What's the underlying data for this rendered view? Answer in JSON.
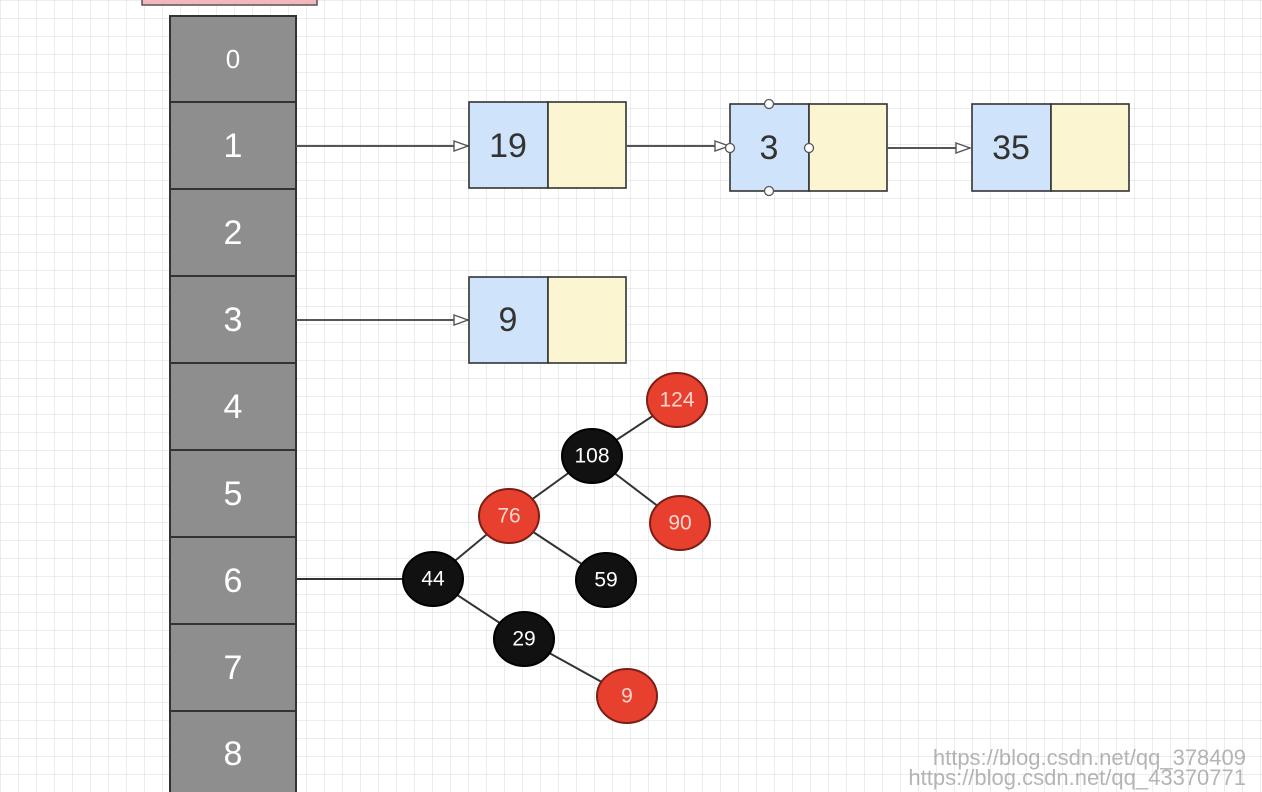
{
  "slots": [
    "0",
    "1",
    "2",
    "3",
    "4",
    "5",
    "6",
    "7",
    "8"
  ],
  "linked_lists": [
    {
      "from_slot": "1",
      "nodes": [
        "19",
        "3",
        "35"
      ]
    },
    {
      "from_slot": "3",
      "nodes": [
        "9"
      ]
    }
  ],
  "tree": {
    "from_slot": "6",
    "nodes": [
      {
        "id": "n124",
        "key": "124",
        "color": "red"
      },
      {
        "id": "n108",
        "key": "108",
        "color": "black"
      },
      {
        "id": "n76",
        "key": "76",
        "color": "red"
      },
      {
        "id": "n90",
        "key": "90",
        "color": "red"
      },
      {
        "id": "n44",
        "key": "44",
        "color": "black"
      },
      {
        "id": "n59",
        "key": "59",
        "color": "black"
      },
      {
        "id": "n29",
        "key": "29",
        "color": "black"
      },
      {
        "id": "n9",
        "key": "9",
        "color": "red"
      }
    ],
    "edges": [
      [
        "n108",
        "n124"
      ],
      [
        "n108",
        "n76"
      ],
      [
        "n108",
        "n90"
      ],
      [
        "n76",
        "n44"
      ],
      [
        "n76",
        "n59"
      ],
      [
        "n44",
        "n29"
      ],
      [
        "n29",
        "n9"
      ]
    ]
  },
  "colors": {
    "slot_fill": "#8e8e8e",
    "key_cell": "#cfe3fa",
    "next_cell": "#fcf5d2",
    "red_node": "#e8402e",
    "black_node": "#111111"
  },
  "watermark": {
    "line1": "https://blog.csdn.net/qq_378409",
    "line2": "https://blog.csdn.net/qq_43370771"
  }
}
